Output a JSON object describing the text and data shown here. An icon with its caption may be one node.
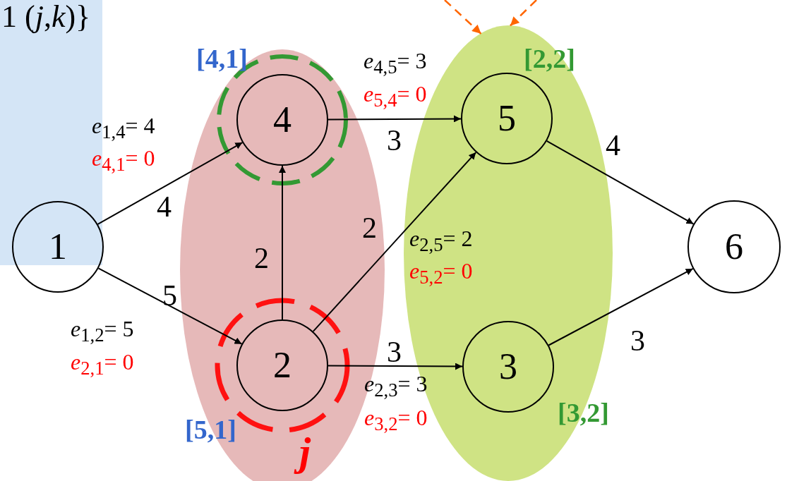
{
  "diagram": {
    "nodes": [
      {
        "text": [],
        "shape": "ellipse"
      },
      {
        "text": [],
        "shape": "ellipse"
      },
      {
        "text": [
          "1"
        ]
      },
      {
        "text": [
          "4"
        ],
        "in": 0,
        "beside": [
          "[4,1]"
        ]
      },
      {
        "text": [
          "2"
        ],
        "in": 0,
        "beside": [
          "[5,1]"
        ]
      },
      {
        "text": [
          "5"
        ],
        "in": 1,
        "beside": [
          "[2,2]"
        ]
      },
      {
        "text": [
          "3"
        ],
        "in": 1,
        "beside": [
          "[3,2]"
        ]
      },
      {
        "text": [
          "6"
        ]
      }
    ],
    "edges": [
      {
        "from": 2,
        "to": 3,
        "arrow": "to",
        "label": "4"
      },
      {
        "from": 2,
        "to": 4,
        "arrow": "to",
        "label": "5"
      },
      {
        "from": 4,
        "to": 3,
        "arrow": "to",
        "label": "2"
      },
      {
        "from": 3,
        "to": 5,
        "arrow": "to",
        "label": "3"
      },
      {
        "from": 4,
        "to": 5,
        "arrow": "to",
        "label": "2"
      },
      {
        "from": 4,
        "to": 6,
        "arrow": "to",
        "label": "3"
      },
      {
        "from": 5,
        "to": 7,
        "arrow": "to",
        "label": "4"
      },
      {
        "from": 6,
        "to": 7,
        "arrow": "to",
        "label": "3"
      },
      {
        "from": null,
        "to": 1,
        "arrow": "to",
        "style": "dashed",
        "color": "#ff6600"
      },
      {
        "from": null,
        "to": 1,
        "arrow": "to",
        "style": "dashed",
        "color": "#ff6600"
      }
    ],
    "labels": [
      "1 (*j*,*k*)}",
      "*e*$_{4,5}$= 3",
      "*e*$_{5,4}$= 0",
      "*e*$_{1,4}$= 4",
      "*e*$_{4,1}$= 0",
      "*e*$_{2,5}$= 2",
      "*e*$_{5,2}$= 0",
      "*e*$_{1,2}$= 5",
      "*e*$_{2,1}$= 0",
      "*e*$_{2,3}$= 3",
      "*e*$_{3,2}$= 0",
      "j"
    ]
  }
}
